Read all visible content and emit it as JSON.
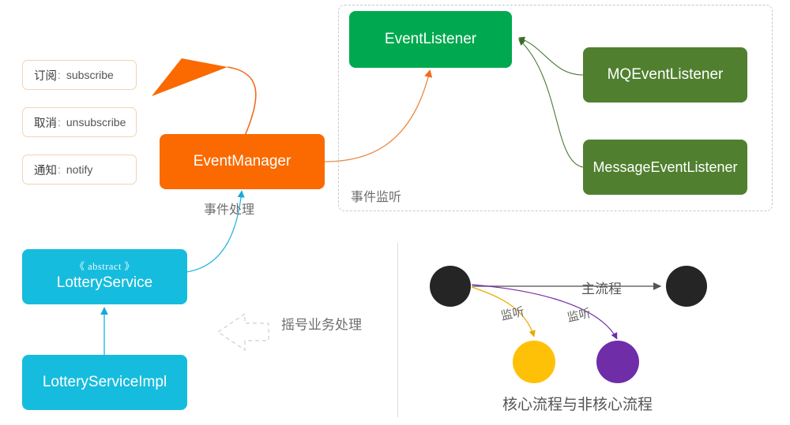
{
  "diagram": {
    "title_implicit": "Event listener design diagram",
    "colors": {
      "orange": "#FA6A00",
      "green_bright": "#00A94F",
      "green_olive": "#50802F",
      "cyan": "#16BCDD",
      "gold": "#FFC107",
      "purple": "#6F2DA8",
      "black": "#252525",
      "gray_line": "#808080",
      "dashed_border": "#c9c9c9",
      "legend_border": "#F2D3B5",
      "text_gray": "#6e6e6e"
    },
    "legend_boxes": [
      {
        "cn": "订阅",
        "colon": ":",
        "en": "subscribe"
      },
      {
        "cn": "取消",
        "colon": ":",
        "en": "unsubscribe"
      },
      {
        "cn": "通知",
        "colon": ":",
        "en": "notify"
      }
    ],
    "nodes": {
      "event_manager": "EventManager",
      "event_listener": "EventListener",
      "mq_event_listener": "MQEventListener",
      "message_event_listener": "MessageEventListener",
      "lottery_service_stereotype": "《 abstract 》",
      "lottery_service": "LotteryService",
      "lottery_service_impl": "LotteryServiceImpl"
    },
    "group_labels": {
      "event_listen": "事件监听"
    },
    "edge_labels": {
      "event_process": "事件处理",
      "lottery_business": "摇号业务处理"
    },
    "flow": {
      "main_flow": "主流程",
      "listen_left": "监听",
      "listen_right": "监听",
      "caption": "核心流程与非核心流程"
    }
  }
}
